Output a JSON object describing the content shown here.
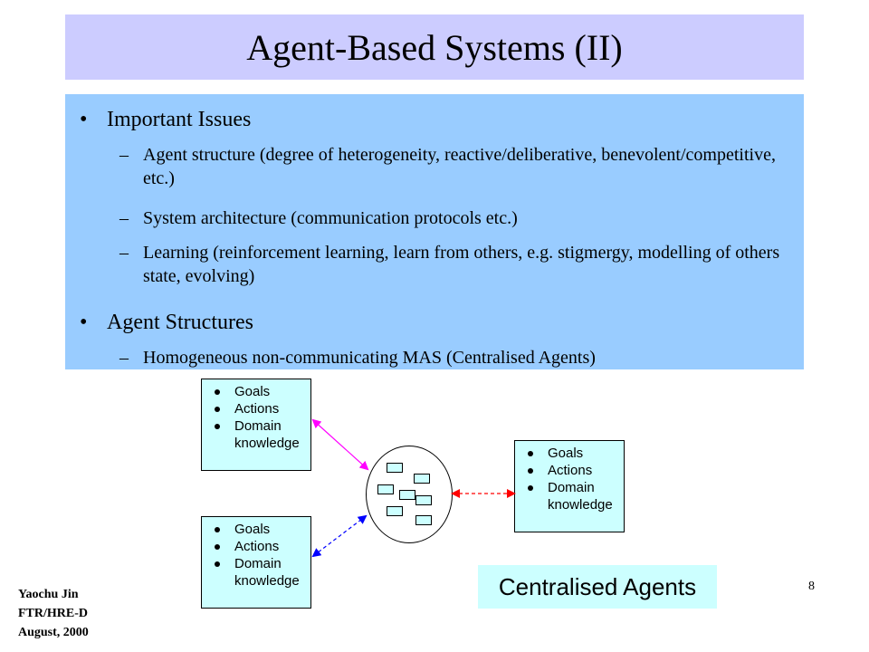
{
  "title": "Agent-Based Systems (II)",
  "bullets": [
    {
      "label": "Important Issues",
      "subs": [
        "Agent structure (degree of heterogeneity, reactive/deliberative, benevolent/competitive, etc.)",
        "System architecture (communication protocols etc.)",
        "Learning (reinforcement learning, learn from others, e.g. stigmergy, modelling of others state, evolving)"
      ]
    },
    {
      "label": "Agent Structures",
      "subs": [
        "Homogeneous non-communicating MAS (Centralised Agents)"
      ]
    }
  ],
  "bullet_char": "•",
  "dash_char": "–",
  "agent_box": {
    "items": [
      "Goals",
      "Actions",
      "Domain",
      "knowledge"
    ]
  },
  "caption": "Centralised Agents",
  "footer": {
    "author": "Yaochu Jin",
    "org": "FTR/HRE-D",
    "date": "August, 2000"
  },
  "page_number": "8",
  "colors": {
    "title_bg": "#ccccff",
    "content_bg": "#99ccff",
    "box_bg": "#ccffff",
    "arrow_magenta": "#ff00ff",
    "arrow_red": "#ff0000",
    "arrow_blue": "#0000ff"
  }
}
